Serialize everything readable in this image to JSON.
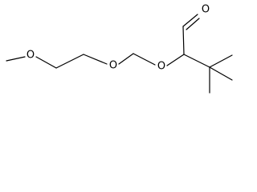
{
  "structure": {
    "atoms": {
      "o_methoxy": "O",
      "o_ether": "O",
      "o_acetal": "O",
      "o_carbonyl": "O"
    },
    "colors": {
      "bond": "#000000",
      "label": "#000000",
      "background": "#ffffff"
    }
  }
}
